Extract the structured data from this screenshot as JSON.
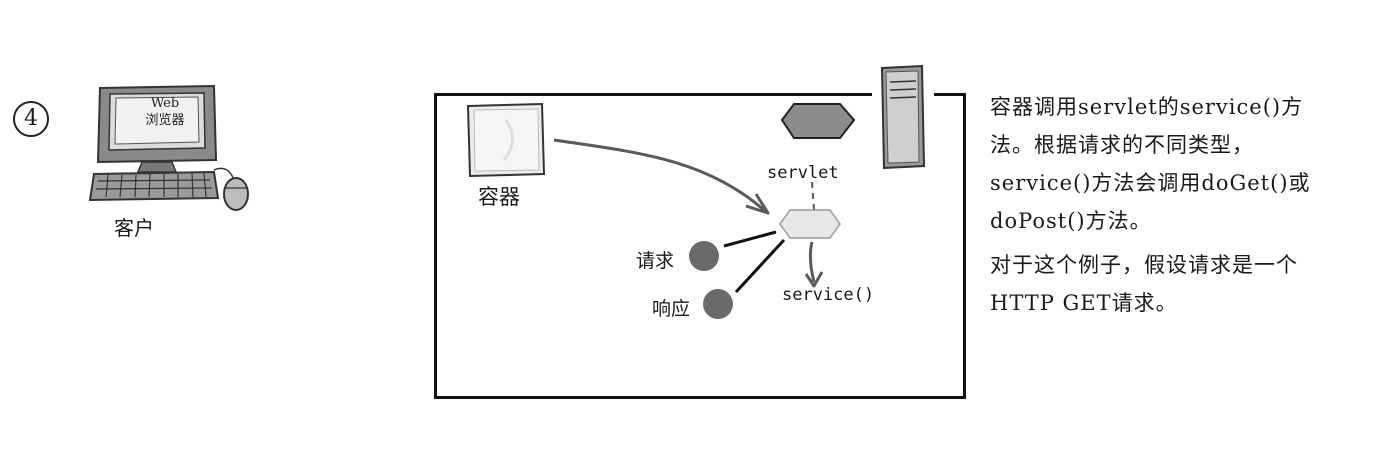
{
  "step": {
    "number": "4"
  },
  "client": {
    "screen_line1": "Web",
    "screen_line2": "浏览器",
    "label": "客户"
  },
  "diagram": {
    "container_label": "容器",
    "servlet_label": "servlet",
    "request_label": "请求",
    "response_label": "响应",
    "service_label": "service()"
  },
  "description": {
    "paragraph1": "容器调用servlet的service()方法。根据请求的不同类型，service()方法会调用doGet()或doPost()方法。",
    "paragraph2": "对于这个例子，假设请求是一个HTTP GET请求。"
  },
  "colors": {
    "thread_stroke": "#5a5a5a",
    "dot_fill": "#6a6a6a",
    "servlet_fill": "#8c8c8c",
    "server_fill": "#9a9a9a"
  }
}
